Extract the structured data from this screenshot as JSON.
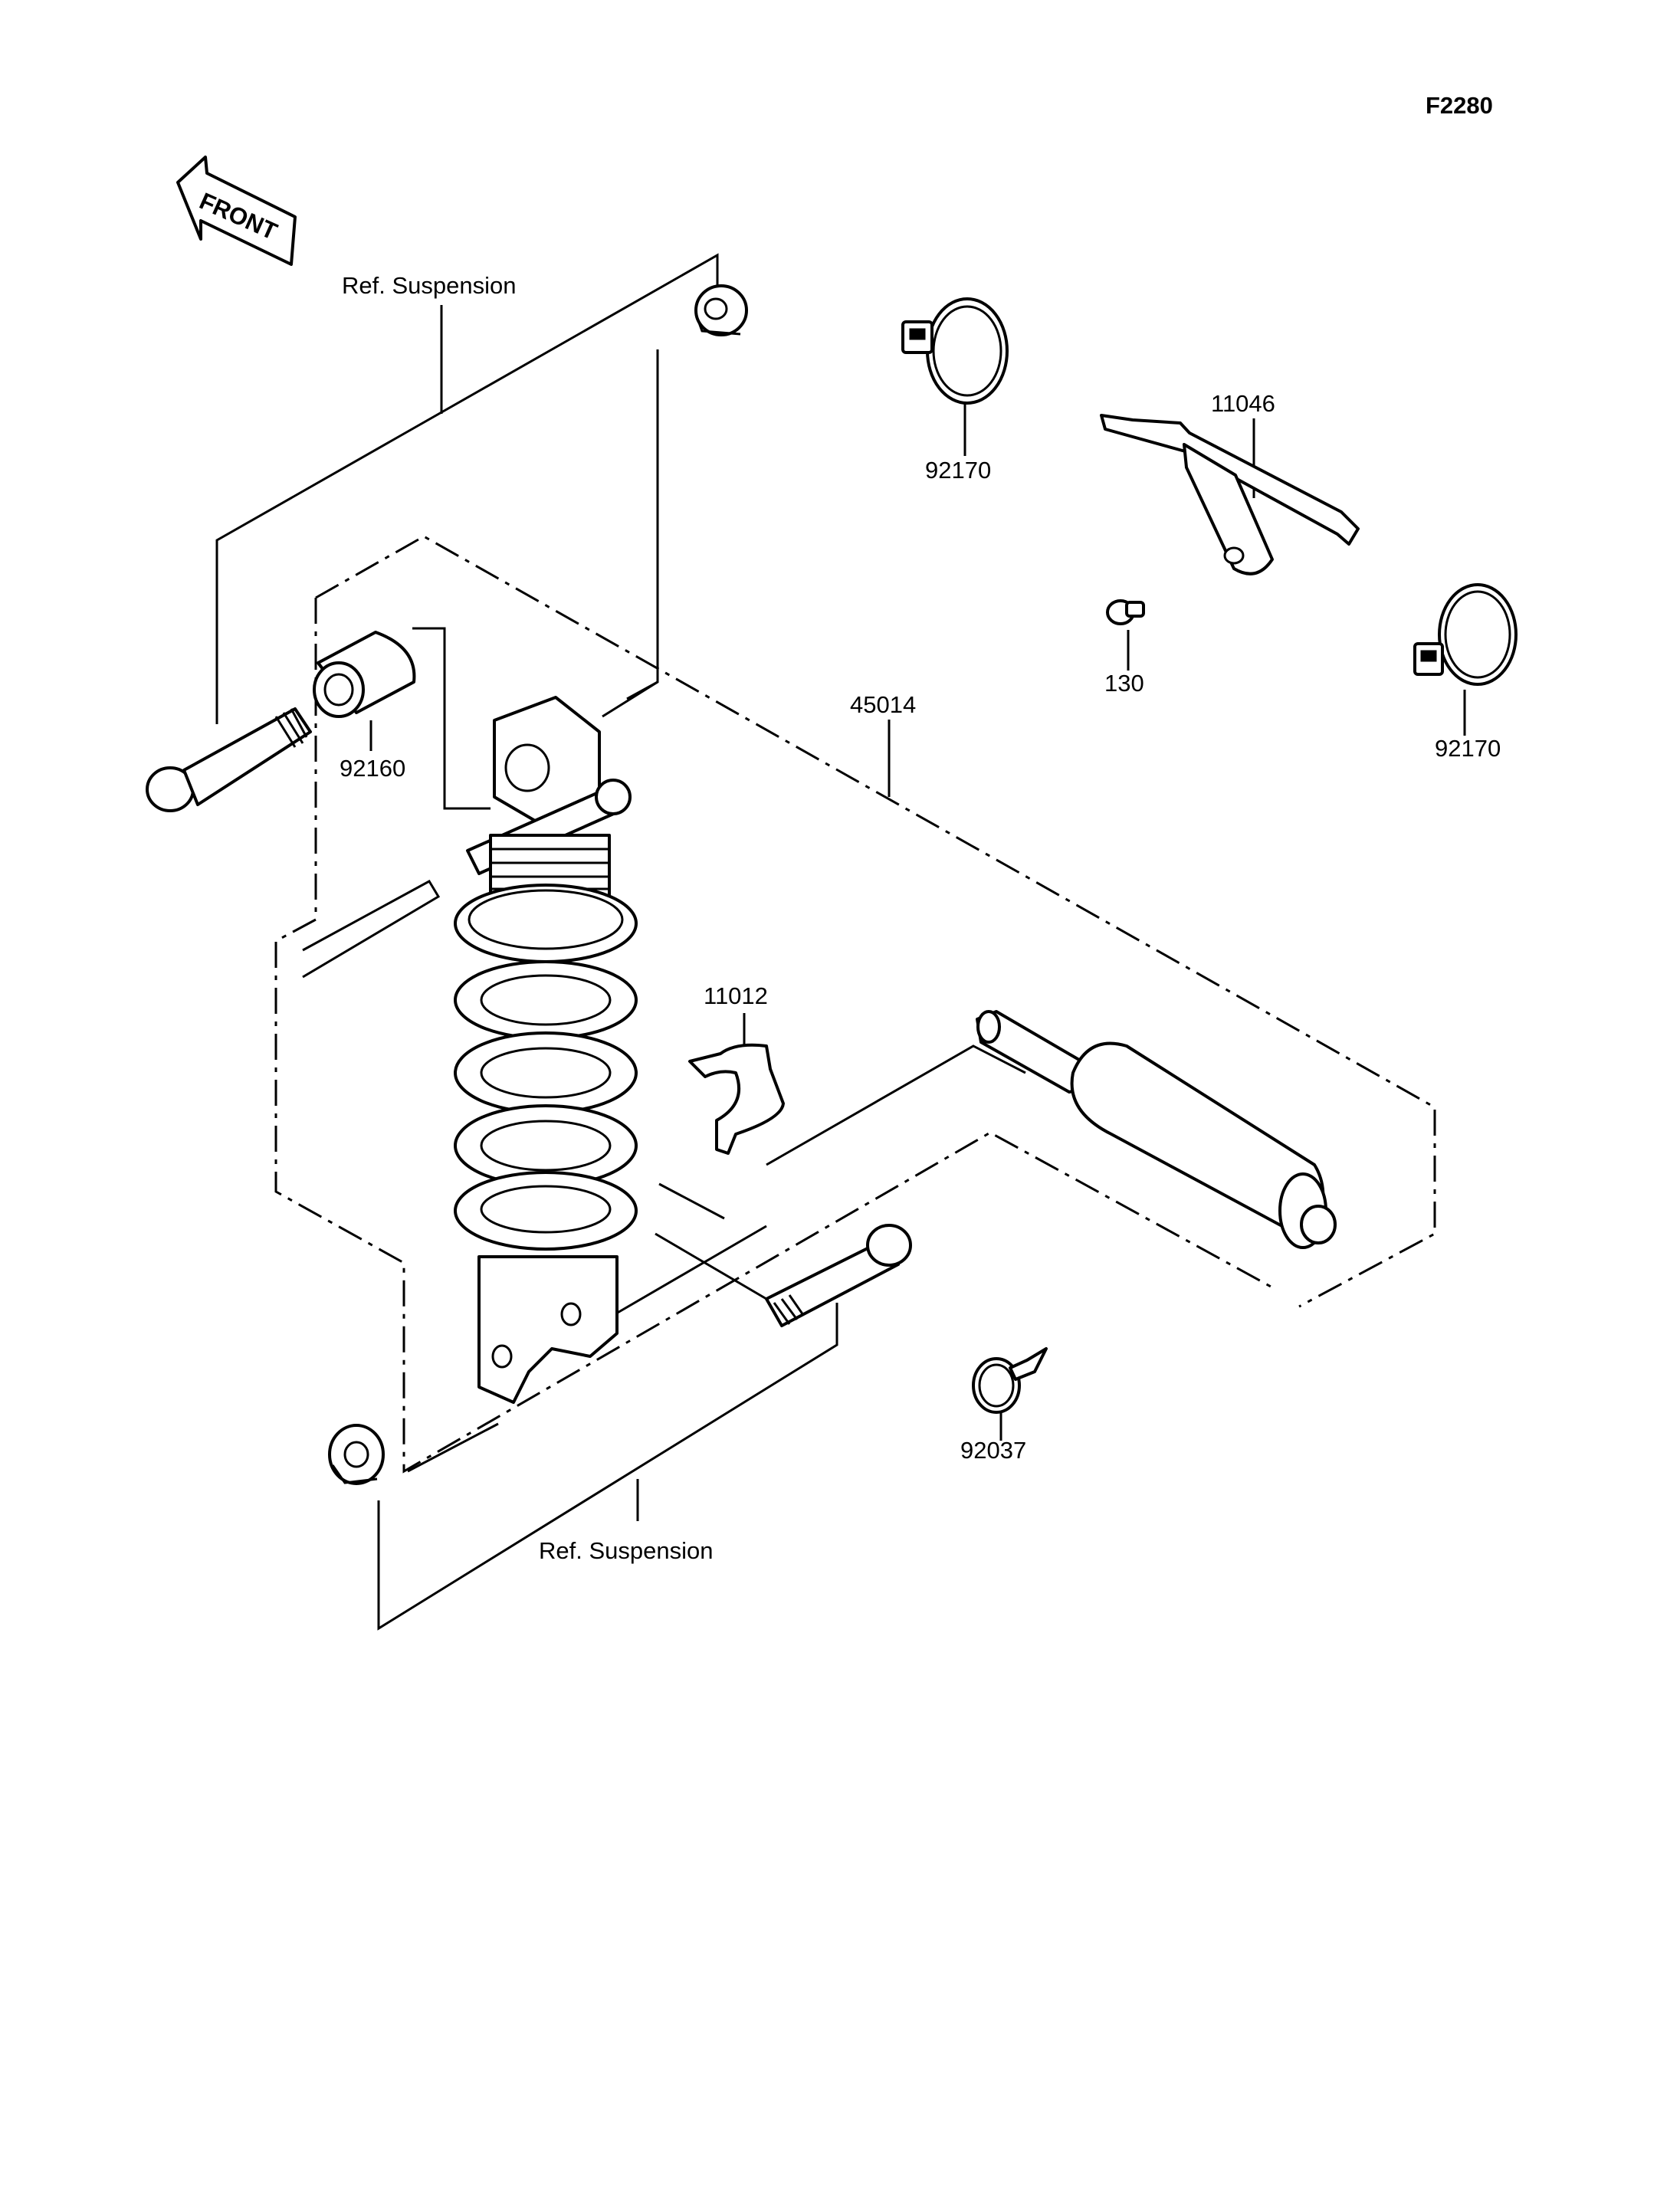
{
  "figure_code": "F2280",
  "direction_arrow": {
    "label": "FRONT"
  },
  "reference_labels": {
    "top": "Ref. Suspension",
    "bottom": "Ref. Suspension"
  },
  "part_numbers": {
    "clamp_top": "92170",
    "bracket": "11046",
    "bolt_small": "130",
    "clamp_right": "92170",
    "shock_assembly": "45014",
    "collar": "92160",
    "holder": "11012",
    "band": "92037"
  }
}
